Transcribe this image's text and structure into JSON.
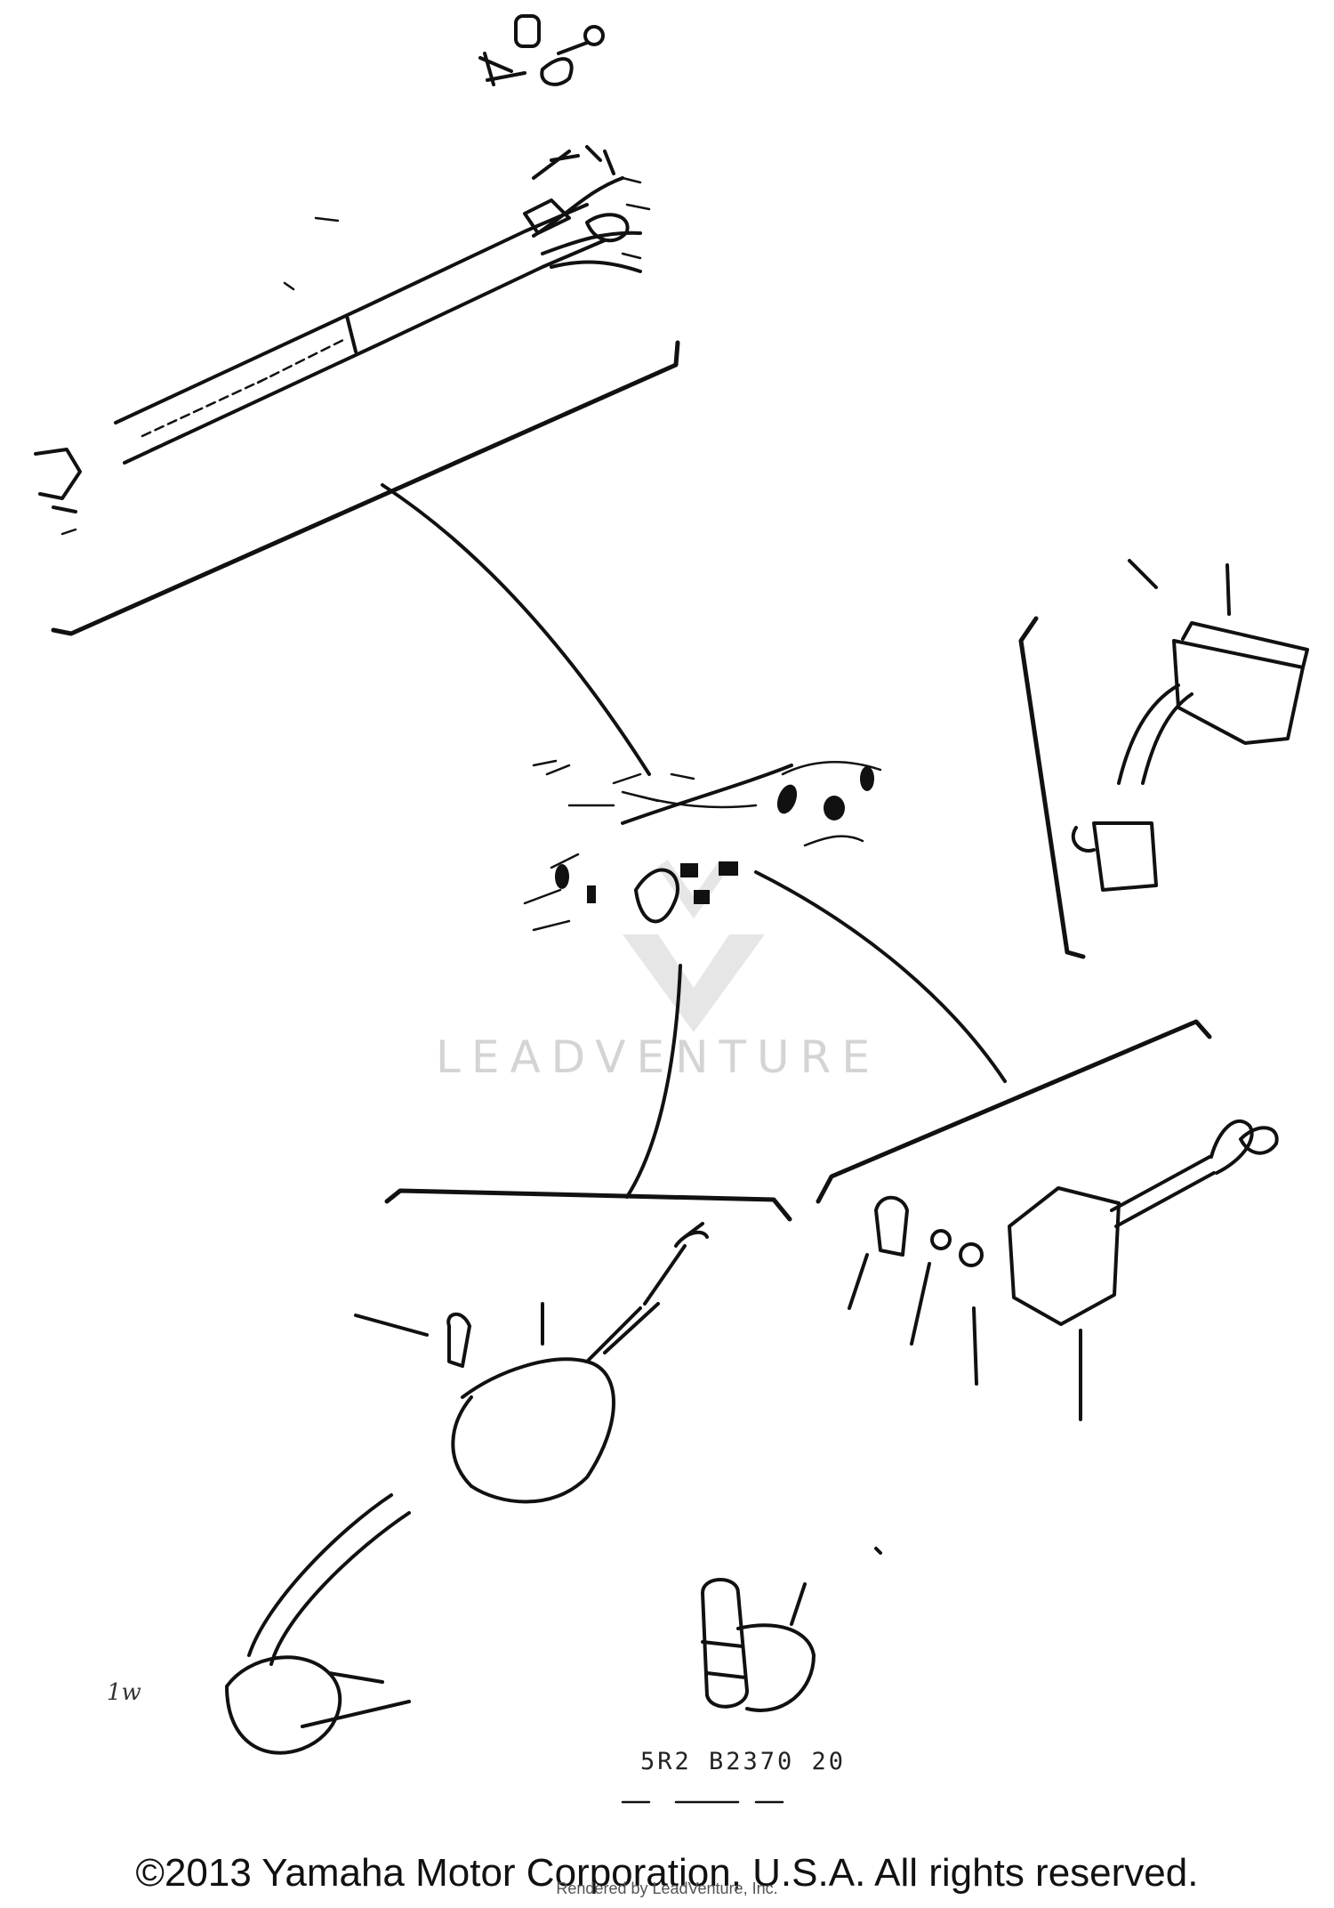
{
  "diagram": {
    "watermark": "LEADVENTURE",
    "part_code": "5R2 B2370 20",
    "corner_mark": "1w",
    "copyright": "©2013 Yamaha Motor Corporation, U.S.A. All rights reserved.",
    "rendered_by": "Rendered by LeadVenture, Inc."
  }
}
